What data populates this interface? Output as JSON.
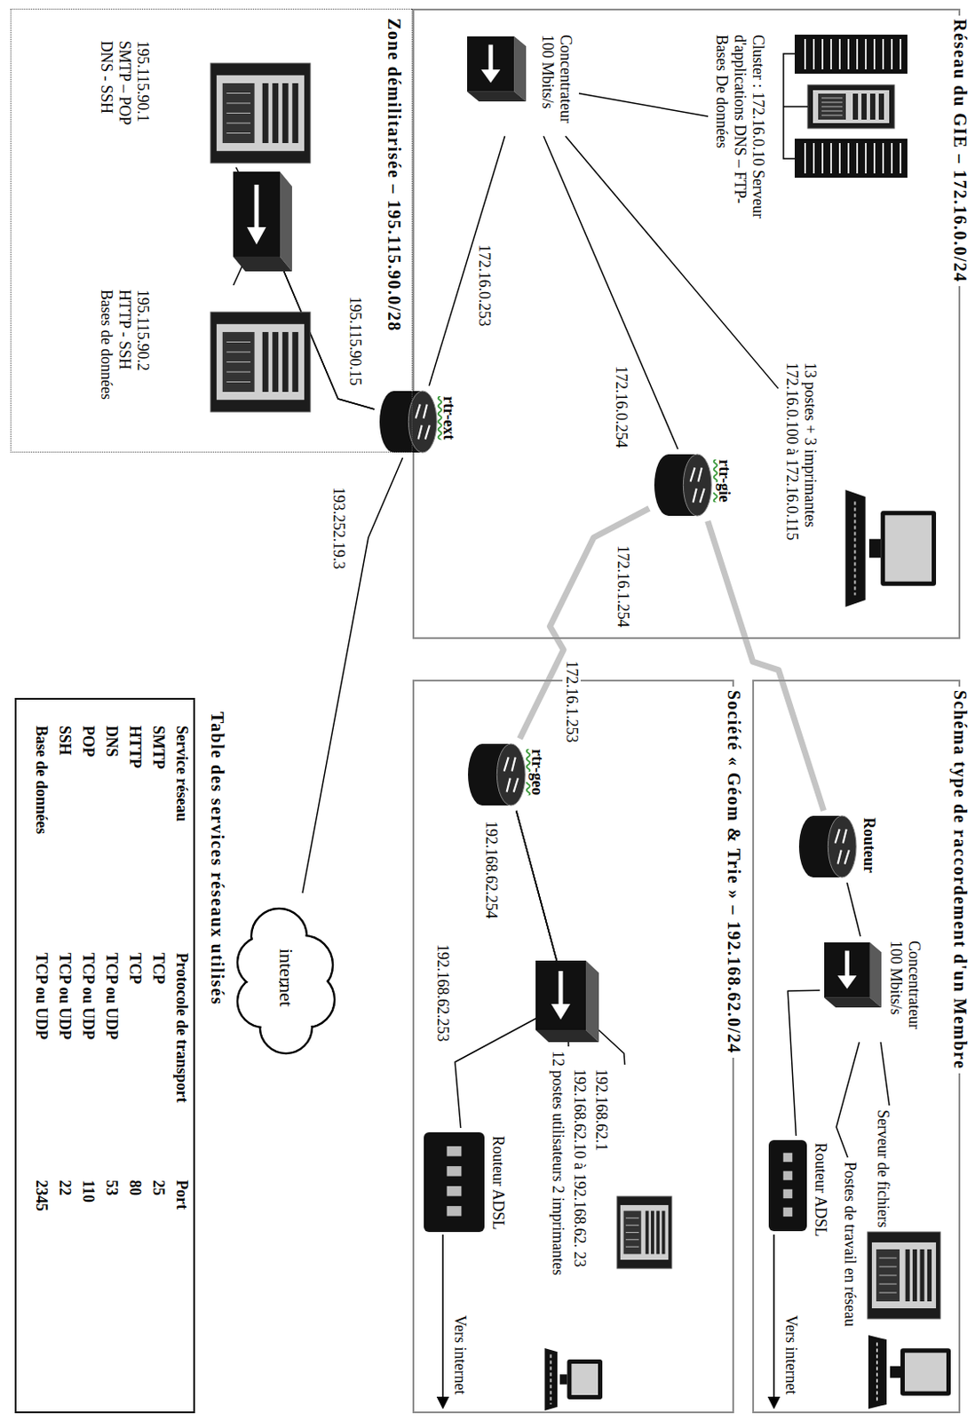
{
  "diagram": {
    "nodes": [
      {
        "text": [
          "Réseau du GIE – 172.16.0.0/24"
        ]
      },
      {
        "text": [
          "Cluster : 172.16.0.10 Serveur d'applications DNS – FTP- Bases De données"
        ],
        "in": 0
      },
      {
        "text": [
          "Concentrateur 100 Mbits/s"
        ],
        "in": 0
      },
      {
        "text": [
          "13 postes + 3 imprimantes 172.16.0.100 à 172.16.0.115"
        ],
        "in": 0
      },
      {
        "text": [
          "rtr-gie"
        ],
        "in": 0
      },
      {
        "text": [
          "rtr-ext"
        ]
      },
      {
        "text": [
          "Zone démilitarisée – 195.115.90.0/28"
        ]
      },
      {
        "text": [
          "195.115.90.1 SMTP – POP DNS - SSH"
        ],
        "in": 6
      },
      {
        "text": [
          "195.115.90.2 HTTP - SSH Bases de données"
        ],
        "in": 6
      },
      {
        "text": [
          "Schéma type de raccordement d'un Membre"
        ]
      },
      {
        "text": [
          "Routeur"
        ],
        "in": 9
      },
      {
        "text": [
          "Concentrateur 100 Mbits/s"
        ],
        "in": 9
      },
      {
        "text": [
          "Serveur de fichiers"
        ],
        "in": 9
      },
      {
        "text": [
          "Postes de travail en réseau"
        ],
        "in": 9
      },
      {
        "text": [
          "Routeur ADSL"
        ],
        "in": 9
      },
      {
        "text": [
          "Société « Géom & Trie » – 192.168.62.0/24"
        ]
      },
      {
        "text": [
          "rtr-geo"
        ],
        "in": 15
      },
      {
        "text": [
          "192.168.62.1"
        ],
        "in": 15
      },
      {
        "text": [
          "192.168.62.10 à 192.168.62. 23",
          "12 postes utilisateurs 2 imprimantes"
        ],
        "in": 15
      },
      {
        "text": [
          "Routeur ADSL"
        ],
        "in": 15
      },
      {
        "text": [
          "internet"
        ]
      },
      {
        "text": [
          "Table des services réseaux utilisés"
        ]
      }
    ],
    "edges": [
      {
        "from": 2,
        "to": 1,
        "arrow": "none"
      },
      {
        "from": 2,
        "to": 3,
        "arrow": "none"
      },
      {
        "from": 2,
        "to": 4,
        "arrow": "none"
      },
      {
        "from": 2,
        "to": 5,
        "arrow": "none"
      },
      {
        "from": 5,
        "to": 7,
        "arrow": "none"
      },
      {
        "from": 5,
        "to": 8,
        "arrow": "none"
      },
      {
        "from": 5,
        "to": 20,
        "arrow": "none"
      },
      {
        "from": 4,
        "to": 10,
        "arrow": "none"
      },
      {
        "from": 4,
        "to": 16,
        "arrow": "none"
      },
      {
        "from": 10,
        "to": 11,
        "arrow": "none"
      },
      {
        "from": 11,
        "to": 12,
        "arrow": "none"
      },
      {
        "from": 11,
        "to": 13,
        "arrow": "none"
      },
      {
        "from": 11,
        "to": 14,
        "arrow": "none"
      },
      {
        "from": 16,
        "to": 17,
        "arrow": "none"
      },
      {
        "from": 16,
        "to": 18,
        "arrow": "none"
      },
      {
        "from": 16,
        "to": 19,
        "arrow": "none"
      }
    ],
    "labels": [
      "172.16.0.253",
      "172.16.0.254",
      "172.16.1.254",
      "172.16.1.253",
      "195.115.90.15",
      "193.252.19.3",
      "192.168.62.254",
      "192.168.62.253",
      "Vers internet",
      "Vers internet",
      "Service réseau",
      "Protocole de transport",
      "Port",
      "SMTP",
      "TCP",
      "25",
      "HTTP",
      "TCP",
      "80",
      "DNS",
      "TCP ou UDP",
      "53",
      "POP",
      "TCP ou UDP",
      "110",
      "SSH",
      "TCP ou UDP",
      "22",
      "Base de données",
      "TCP ou UDP",
      "2345"
    ]
  }
}
